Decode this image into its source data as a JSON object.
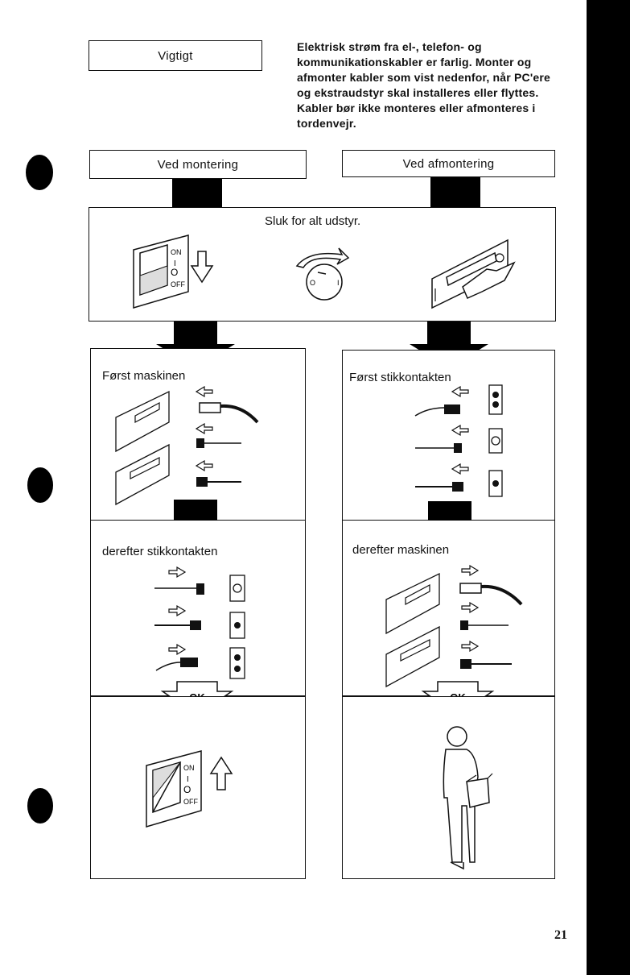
{
  "notice": {
    "label": "Vigtigt",
    "text": "Elektrisk strøm fra el-, telefon- og kommunikationskabler er farlig. Monter og afmonter kabler som vist nedenfor, når PC'ere og ekstraudstyr skal installeres eller flyttes. Kabler bør ikke monteres eller afmonteres i tordenvejr."
  },
  "columns": {
    "left_header": "Ved montering",
    "right_header": "Ved afmontering"
  },
  "shared_step": {
    "text": "Sluk for alt udstyr."
  },
  "left_steps": {
    "step1": "Først maskinen",
    "step2": "derefter stikkontakten",
    "ok": "OK"
  },
  "right_steps": {
    "step1": "Først stikkontakten",
    "step2": "derefter maskinen",
    "ok": "OK"
  },
  "switch_labels": {
    "on": "ON",
    "one": "I",
    "zero": "O",
    "off": "OFF"
  },
  "page_number": "21"
}
